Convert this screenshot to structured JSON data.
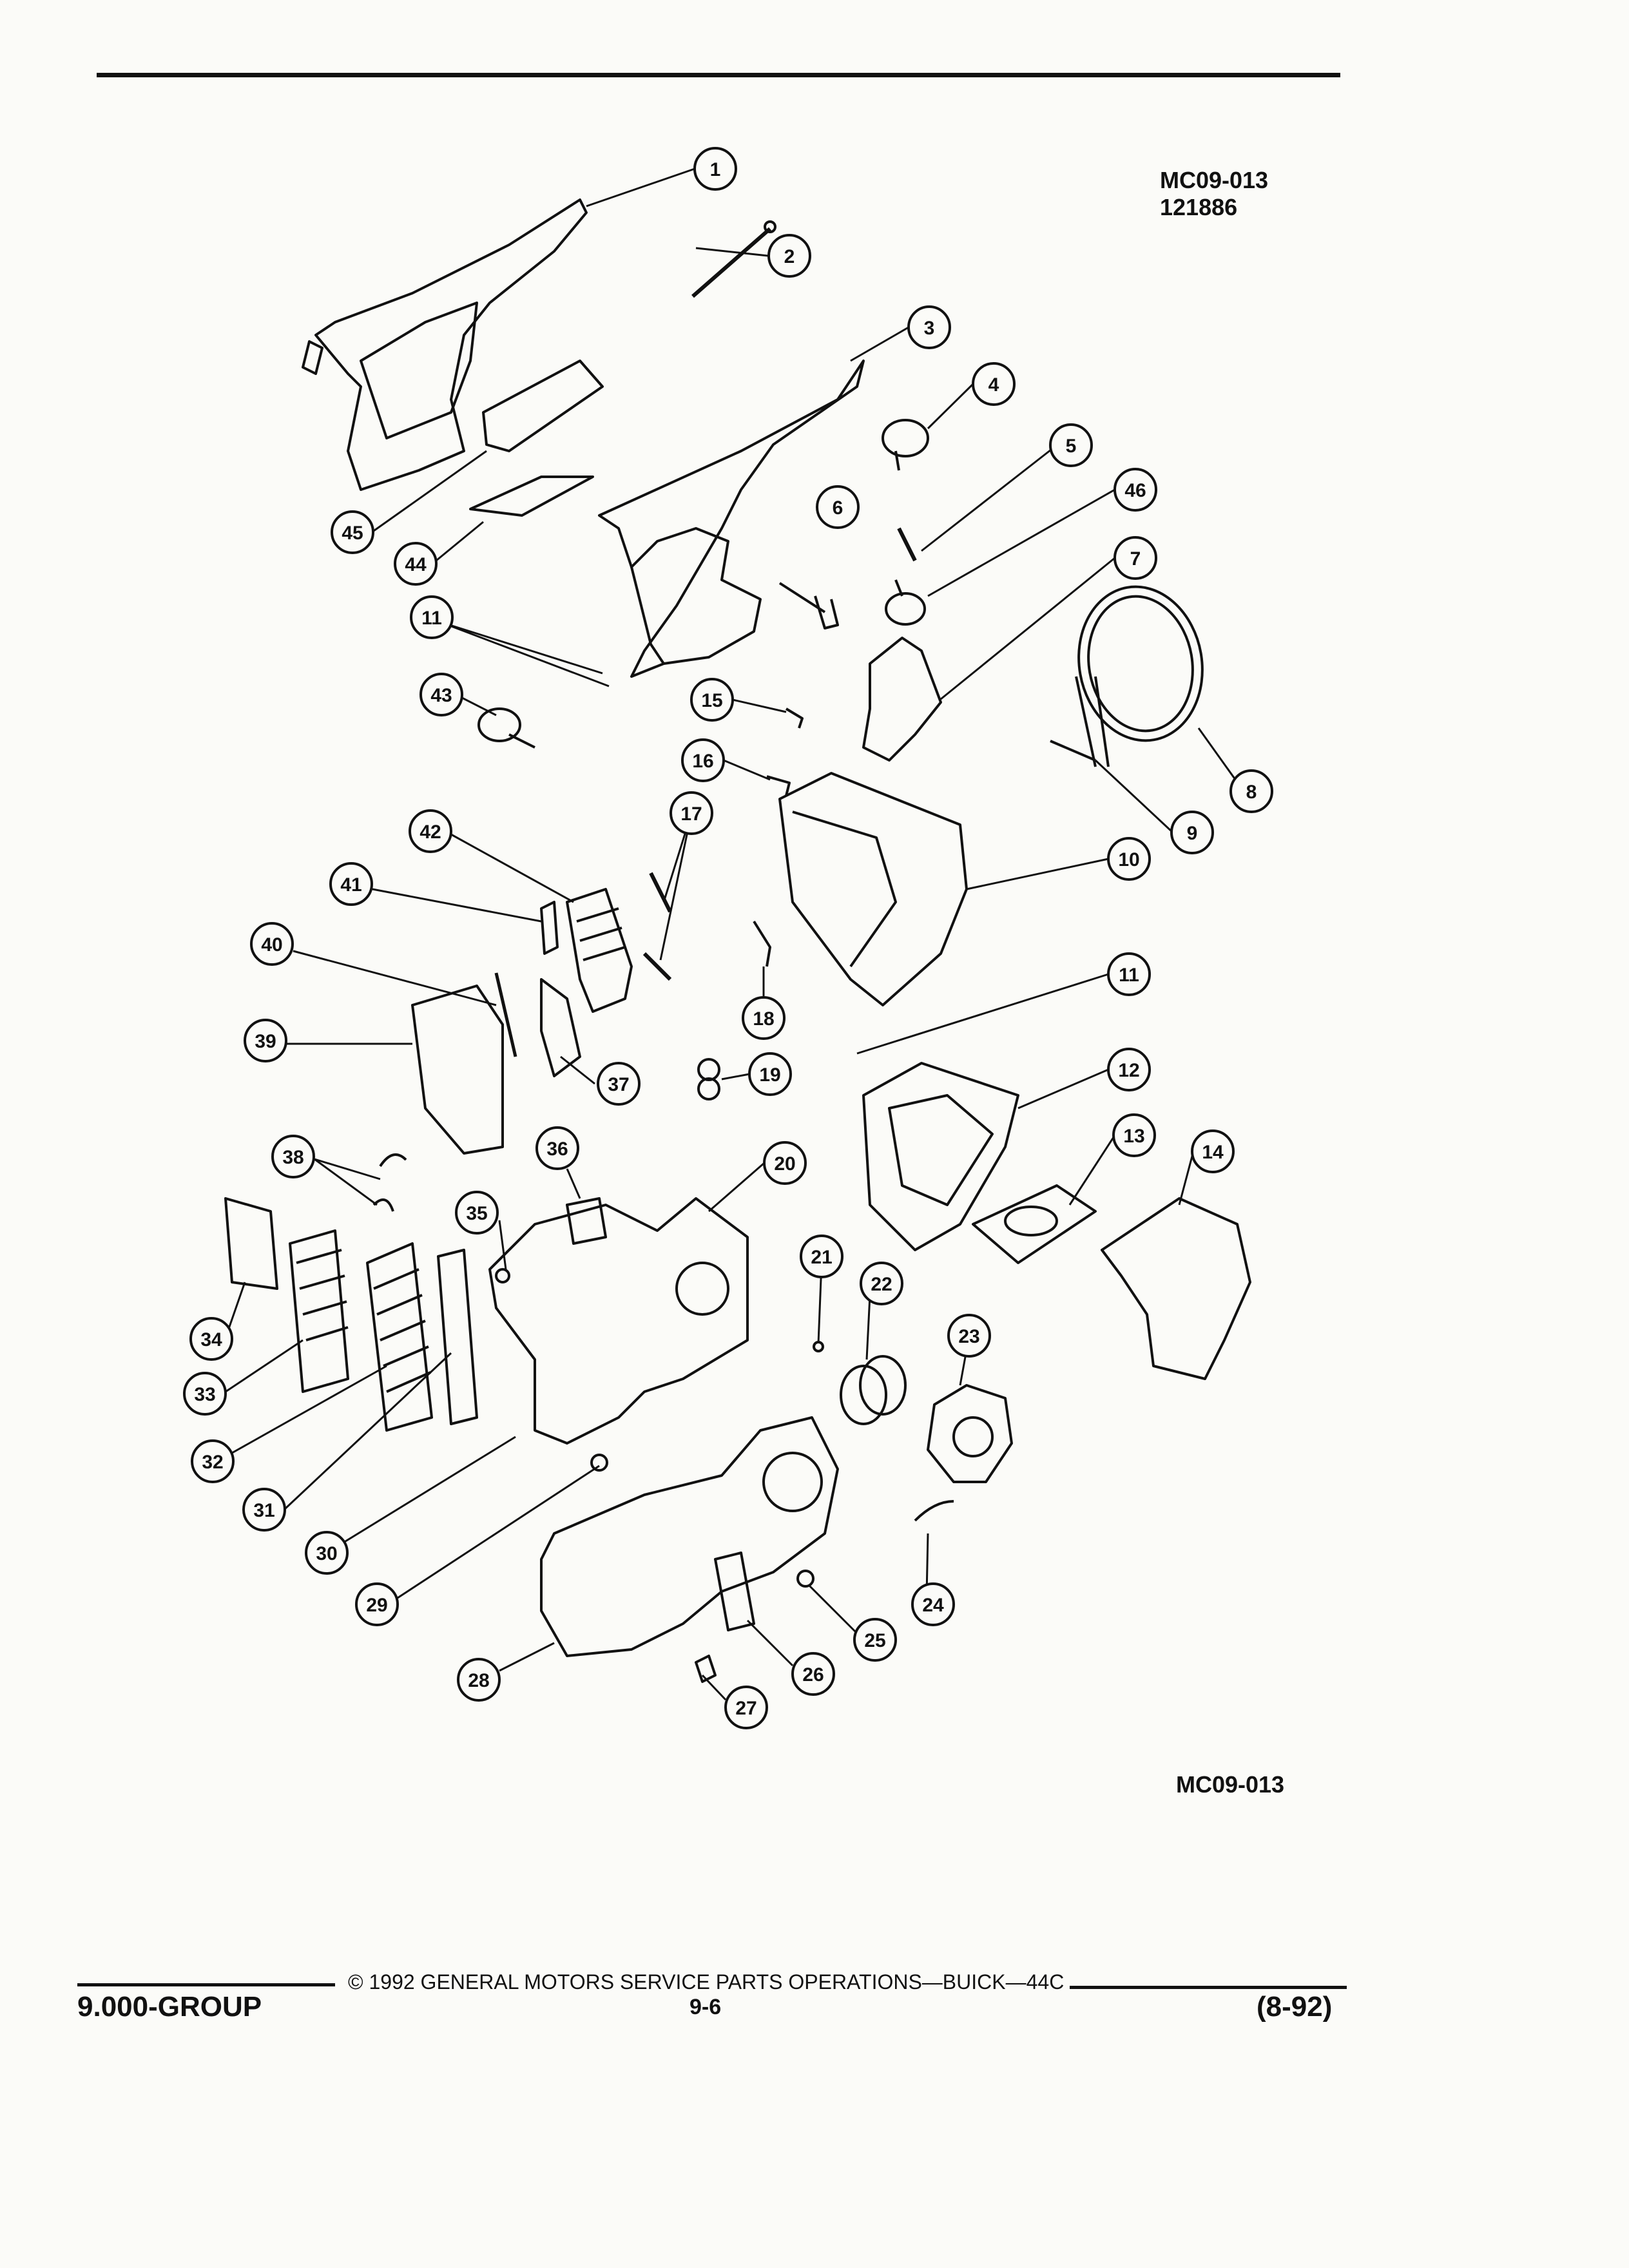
{
  "header": {
    "ref_code": "MC09-013",
    "ref_number": "121886"
  },
  "diagram": {
    "bottom_ref_code": "MC09-013",
    "callouts": [
      "1",
      "2",
      "3",
      "4",
      "5",
      "6",
      "7",
      "8",
      "9",
      "10",
      "11",
      "12",
      "13",
      "14",
      "15",
      "16",
      "17",
      "18",
      "19",
      "20",
      "21",
      "22",
      "23",
      "24",
      "25",
      "26",
      "27",
      "28",
      "29",
      "30",
      "31",
      "32",
      "33",
      "34",
      "35",
      "36",
      "37",
      "38",
      "39",
      "40",
      "41",
      "42",
      "43",
      "44",
      "45",
      "46"
    ],
    "callout_11_second": "11",
    "callout_17_second": "17",
    "callout_38_second": "38"
  },
  "footer": {
    "group": "9.000-GROUP",
    "copyright": "© 1992 GENERAL MOTORS SERVICE PARTS OPERATIONS—BUICK—44C",
    "page": "9-6",
    "date": "(8-92)"
  },
  "colors": {
    "ink": "#111111",
    "paper": "#fbfbf8"
  }
}
